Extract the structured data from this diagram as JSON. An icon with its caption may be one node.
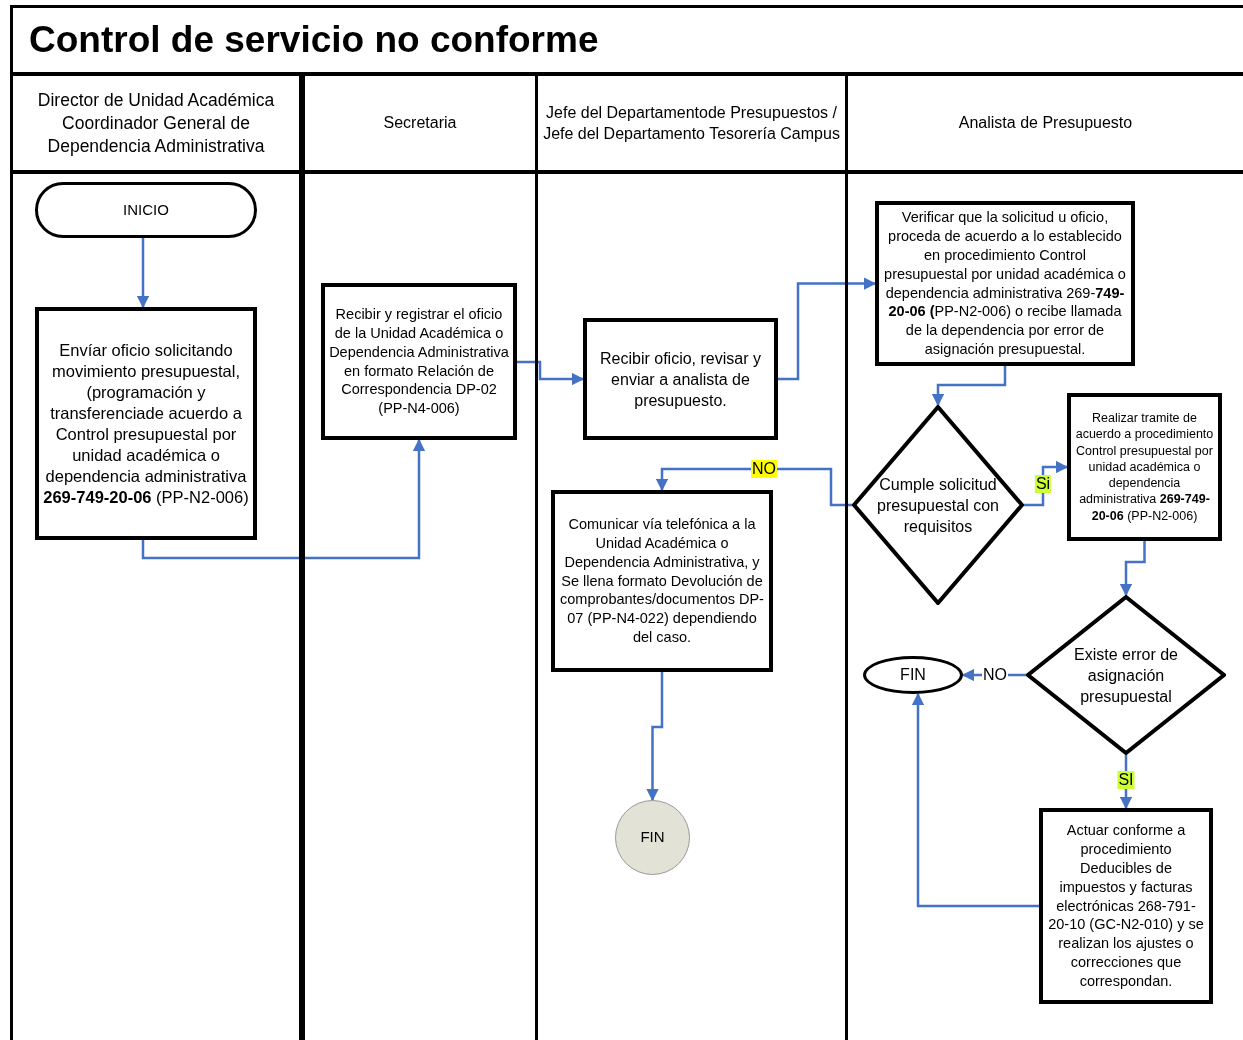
{
  "diagram": {
    "title": "Control de servicio no conforme",
    "nodes": [
      {
        "text": [
          "Director de Unidad Académica Coordinador General de Dependencia Administrativa"
        ]
      },
      {
        "text": [
          "Secretaria"
        ]
      },
      {
        "text": [
          "Jefe del Departamentode Presupuestos / Jefe del Departamento Tesorería Campus"
        ]
      },
      {
        "text": [
          "Analista de Presupuesto"
        ]
      },
      {
        "text": [
          "INICIO"
        ],
        "in": 0
      },
      {
        "text": [
          "Envíar oficio solicitando movimiento presupuestal, (programación y transferenciade acuerdo a Control presupuestal por unidad académica o dependencia administrativa **269-749-20-06** (PP-N2-006)"
        ],
        "in": 0
      },
      {
        "text": [
          "Recibir y registrar el oficio de la Unidad Académica o Dependencia Administrativa en formato Relación de Correspondencia DP-02 (PP-N4-006)"
        ],
        "in": 1
      },
      {
        "text": [
          "Recibir oficio, revisar y enviar a analista de presupuesto."
        ],
        "in": 2
      },
      {
        "text": [
          "Comunicar vía telefónica a la Unidad Académica o Dependencia Administrativa, y Se llena formato Devolución de comprobantes/documentos DP-07 (PP-N4-022) dependiendo del caso."
        ],
        "in": 2
      },
      {
        "text": [
          "FIN"
        ],
        "in": 2
      },
      {
        "text": [
          "Verificar que la solicitud u oficio, proceda de acuerdo a lo establecido en procedimiento Control presupuestal por unidad académica o dependencia administrativa 269-**749-20-06 (**PP-N2-006) o recibe llamada de la dependencia por error de asignación presupuestal."
        ],
        "in": 3
      },
      {
        "text": [
          "Cumple solicitud presupuestal con requisitos"
        ],
        "in": 3
      },
      {
        "text": [
          "Realizar tramite de acuerdo a procedimiento Control presupuestal por unidad académica o dependencia administrativa **269-749-20-06** (PP-N2-006)"
        ],
        "in": 3
      },
      {
        "text": [
          "Existe error de asignación presupuestal"
        ],
        "in": 3
      },
      {
        "text": [
          "FIN"
        ],
        "in": 3
      },
      {
        "text": [
          "Actuar conforme a procedimiento Deducibles de impuestos y facturas electrónicas 268-791-20-10 (GC-N2-010) y se realizan los ajustes o correcciones que correspondan."
        ],
        "in": 3
      }
    ],
    "edges": [
      {
        "from": 4,
        "to": 5,
        "arrow": "to"
      },
      {
        "from": 5,
        "to": 6,
        "arrow": "to"
      },
      {
        "from": 6,
        "to": 7,
        "arrow": "to"
      },
      {
        "from": 7,
        "to": 10,
        "arrow": "to"
      },
      {
        "from": 10,
        "to": 11,
        "arrow": "to"
      },
      {
        "from": 11,
        "to": 12,
        "arrow": "to",
        "label": "Si"
      },
      {
        "from": 11,
        "to": 8,
        "arrow": "to",
        "label": "NO"
      },
      {
        "from": 8,
        "to": 9,
        "arrow": "to"
      },
      {
        "from": 12,
        "to": 13,
        "arrow": "to"
      },
      {
        "from": 13,
        "to": 14,
        "arrow": "to",
        "label": "NO"
      },
      {
        "from": 13,
        "to": 15,
        "arrow": "to",
        "label": "SI"
      },
      {
        "from": 15,
        "to": 14,
        "arrow": "to"
      }
    ]
  }
}
